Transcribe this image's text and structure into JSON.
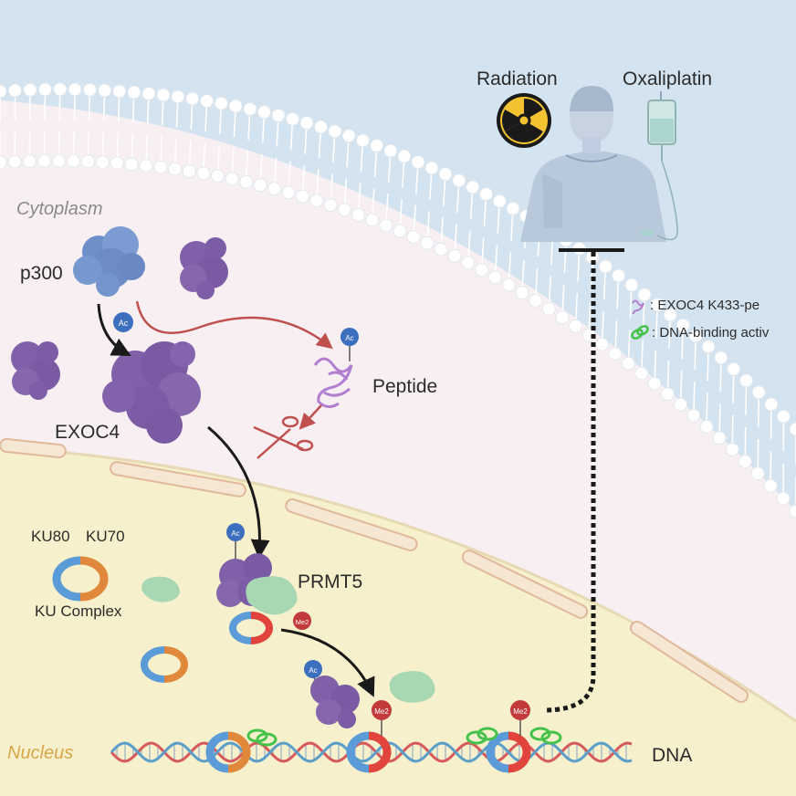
{
  "labels": {
    "cytoplasm": "Cytoplasm",
    "nucleus": "Nucleus",
    "p300": "p300",
    "exoc4": "EXOC4",
    "peptide": "Peptide",
    "ku80": "KU80",
    "ku70": "KU70",
    "ku_complex": "KU Complex",
    "prmt5": "PRMT5",
    "dna": "DNA",
    "radiation": "Radiation",
    "oxaliplatin": "Oxaliplatin"
  },
  "tags": {
    "ac": "Ac",
    "me2": "Me2"
  },
  "legend": [
    {
      "icon": "peptide-icon",
      "text": ": EXOC4 K433-pe"
    },
    {
      "icon": "dna-binding-icon",
      "text": ": DNA-binding activ"
    }
  ],
  "colors": {
    "extracellular": "#d3e3ef",
    "cytoplasm": "#f8eff3",
    "nucleus": "#f7f0cc",
    "membrane_head": "#ffffff",
    "p300": "#6f8fca",
    "exoc4": "#8060a8",
    "prmt5_green": "#a8d7b4",
    "ku80_blue": "#5b9bd8",
    "ku70_orange": "#e08a3c",
    "ac_tag": "#3d6fbf",
    "me2_tag": "#c23a3a",
    "arrow_red": "#c0504d",
    "dna_red": "#d65a5a",
    "dna_blue": "#5a9ec9"
  }
}
